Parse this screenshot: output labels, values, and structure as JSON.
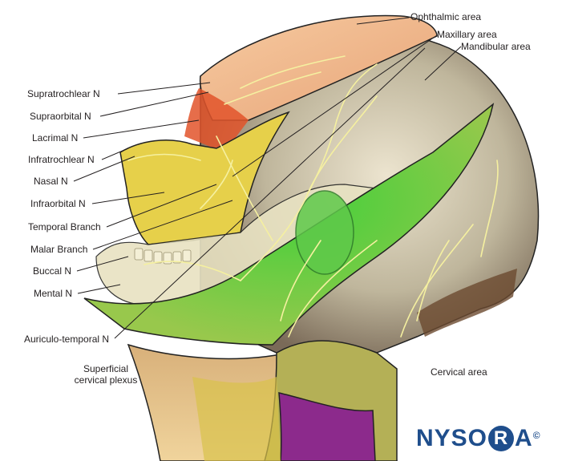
{
  "labels": {
    "ophthalmic": "Ophthalmic area",
    "maxillary": "Maxillary area",
    "mandibular": "Mandibular area",
    "supratrochlear": "Supratrochlear N",
    "supraorbital": "Supraorbital N",
    "lacrimal": "Lacrimal N",
    "infratrochlear": "Infratrochlear N",
    "nasal": "Nasal N",
    "infraorbital": "Infraorbital N",
    "temporal_branch": "Temporal Branch",
    "malar_branch": "Malar Branch",
    "buccal": "Buccal N",
    "mental": "Mental N",
    "auriculotemporal": "Auriculo-temporal N",
    "superficial_line1": "Superficial",
    "superficial_line2": "cervical plexus",
    "cervical": "Cervical area"
  },
  "logo": {
    "prefix": "NYSO",
    "ring_letter": "R",
    "suffix": "A",
    "mark": "©"
  },
  "colors": {
    "ophthalmic": "#f0b488",
    "maxillary": "#e6d04a",
    "mandibular": "#c8c1a8",
    "cervical_green": "#8fd14a",
    "purple": "#8c2a8c",
    "nerve": "#f5f0a0",
    "brand": "#1f4e8c"
  }
}
